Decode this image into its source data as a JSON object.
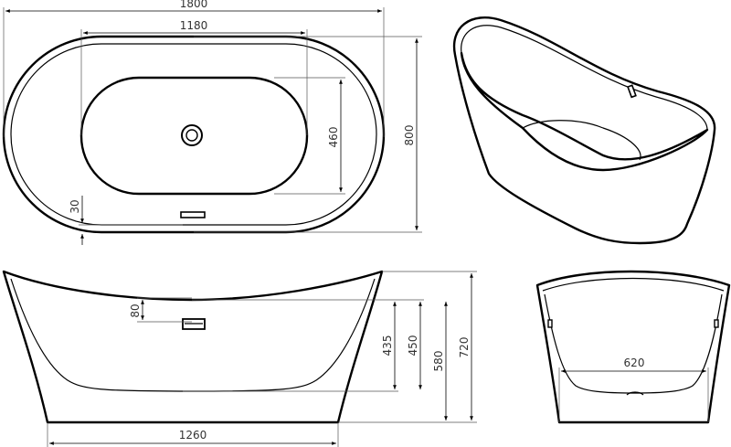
{
  "dimensions": {
    "top_length": "1800",
    "top_inner_length": "1180",
    "top_width": "800",
    "top_inner_width": "460",
    "top_rim": "30",
    "side_overflow_height": "80",
    "side_base_length": "1260",
    "side_height_435": "435",
    "side_height_450": "450",
    "side_height_580": "580",
    "side_height_720": "720",
    "end_width": "620"
  }
}
